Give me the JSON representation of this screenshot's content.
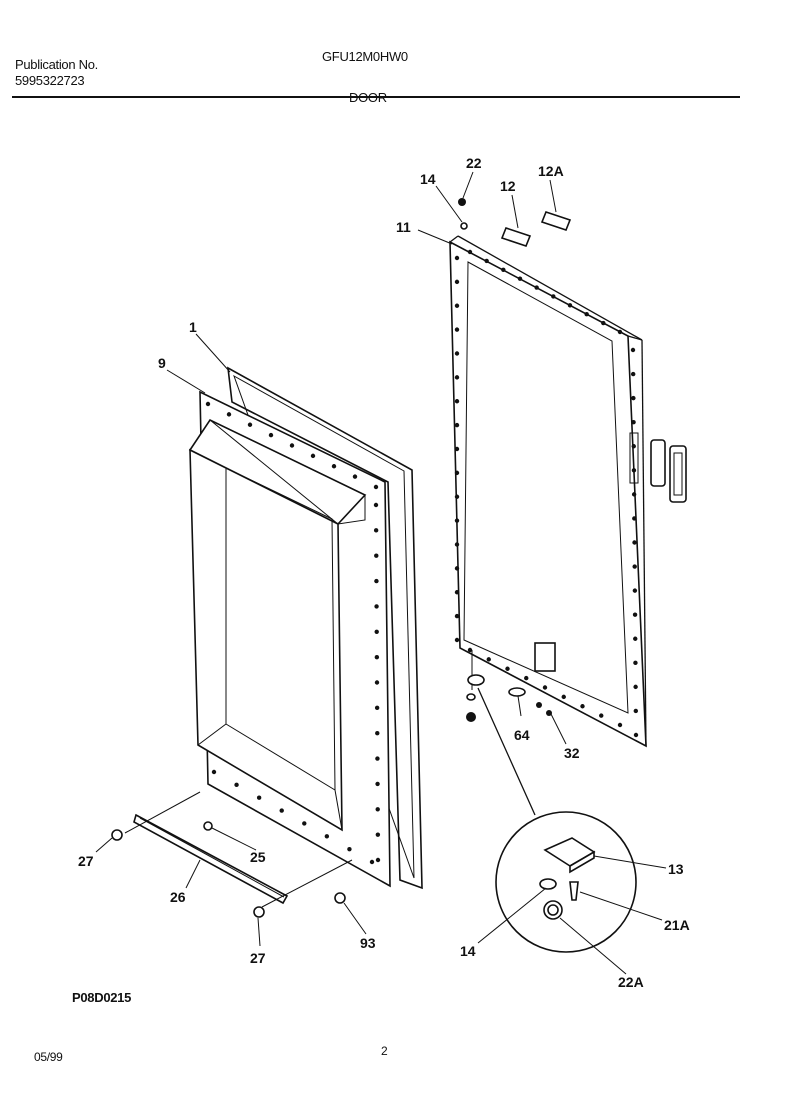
{
  "header": {
    "publication_label": "Publication No.",
    "publication_number": "5995322723",
    "model": "GFU12M0HW0",
    "section": "DOOR"
  },
  "footer": {
    "figure_code": "P08D0215",
    "date": "05/99",
    "page_number": "2"
  },
  "callouts": {
    "c1": "1",
    "c9": "9",
    "c11": "11",
    "c12": "12",
    "c12a": "12A",
    "c13": "13",
    "c14_top": "14",
    "c14_detail": "14",
    "c21a": "21A",
    "c22": "22",
    "c22a": "22A",
    "c25": "25",
    "c26": "26",
    "c27_left": "27",
    "c27_bottom": "27",
    "c32": "32",
    "c64": "64",
    "c93": "93"
  }
}
